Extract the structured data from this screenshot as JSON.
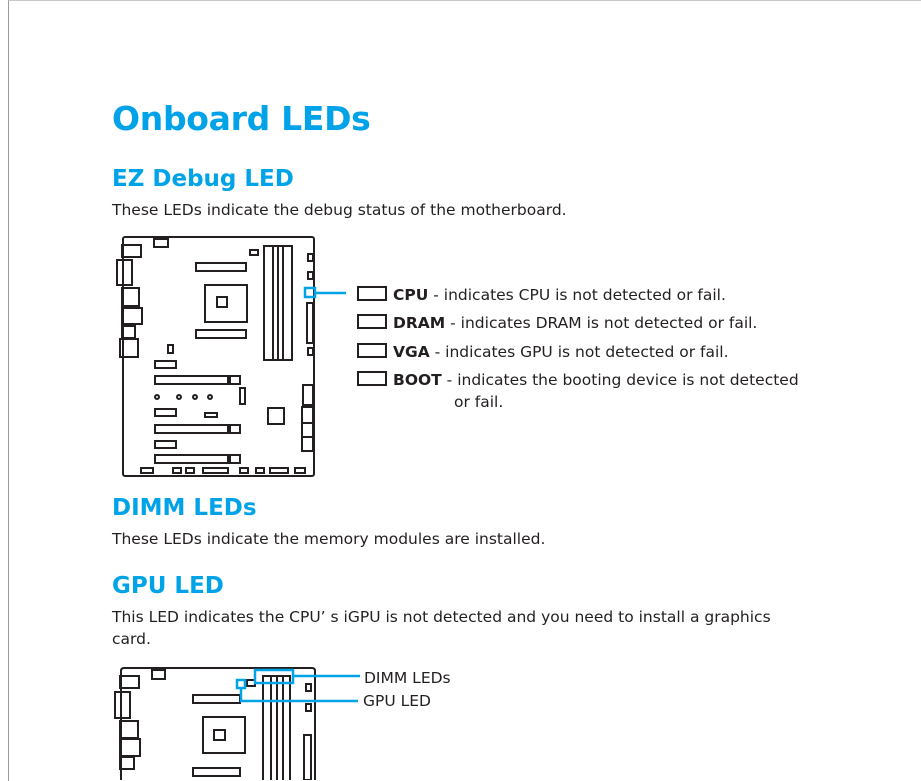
{
  "title": "Onboard LEDs",
  "ez": {
    "heading": "EZ Debug LED",
    "desc": "These LEDs indicate the debug status of the motherboard.",
    "leds": [
      {
        "name": "CPU",
        "text": " - indicates CPU is not detected or fail."
      },
      {
        "name": "DRAM",
        "text": " - indicates DRAM is not detected or fail."
      },
      {
        "name": "VGA",
        "text": " - indicates GPU is not detected or fail."
      },
      {
        "name": "BOOT",
        "text": " - indicates the booting device is not detected",
        "cont": "or fail."
      }
    ]
  },
  "dimm": {
    "heading": "DIMM LEDs",
    "desc": "These LEDs indicate the memory modules are installed."
  },
  "gpu": {
    "heading": "GPU LED",
    "desc1": "This LED indicates the CPU’ s iGPU is not detected and you need to install a graphics",
    "desc2": "card.",
    "callouts": {
      "dimm": "DIMM LEDs",
      "gpu": "GPU LED"
    }
  },
  "colors": {
    "accent": "#00a3e8",
    "text": "#231f20"
  }
}
